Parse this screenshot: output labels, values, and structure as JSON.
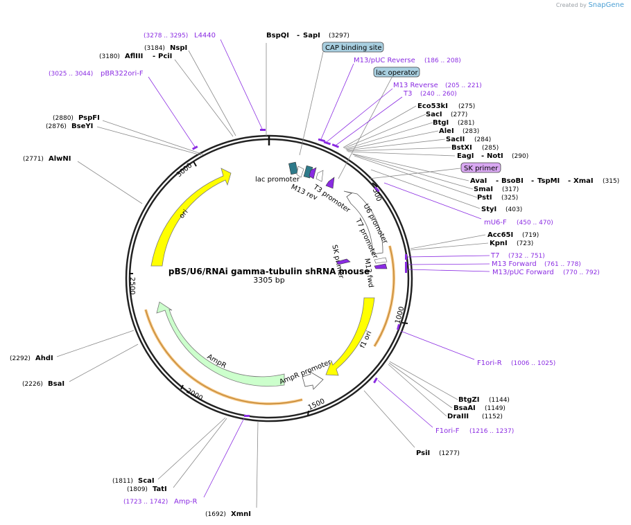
{
  "credit": {
    "prefix": "Created by",
    "brand": "SnapGene"
  },
  "plasmid": {
    "name": "pBS/U6/RNAi gamma-tubulin shRNA mouse",
    "length": "3305 bp"
  },
  "ticks": [
    "500",
    "1000",
    "1500",
    "2000",
    "2500",
    "3000"
  ],
  "features": [
    {
      "name": "ori",
      "label": "ori"
    },
    {
      "name": "f1-ori",
      "label": "f1 ori"
    },
    {
      "name": "ampr",
      "label": "AmpR"
    },
    {
      "name": "ampr-promoter",
      "label": "AmpR promoter"
    },
    {
      "name": "u6-promoter",
      "label": "U6 promoter"
    },
    {
      "name": "lac-promoter",
      "label": "lac promoter"
    },
    {
      "name": "m13-rev",
      "label": "M13 rev"
    },
    {
      "name": "t3-promoter",
      "label": "T3 promoter"
    },
    {
      "name": "t7-promoter",
      "label": "T7 promoter"
    },
    {
      "name": "sk-primer-inner",
      "label": "SK primer"
    },
    {
      "name": "m13-fwd",
      "label": "M13 fwd"
    }
  ],
  "boxed_labels": {
    "cap": "CAP binding site",
    "lac_operator": "lac operator",
    "sk_primer": "SK primer"
  },
  "sites": [
    {
      "name": "BspQI",
      "sep": "-",
      "name2": "SapI",
      "pos": "(3297)"
    },
    {
      "name": "NspI",
      "pos": "(3184)"
    },
    {
      "name": "AflIII",
      "sep": "-",
      "name2": "PciI",
      "pos": "(3180)"
    },
    {
      "name": "PspFI",
      "pos": "(2880)"
    },
    {
      "name": "BseYI",
      "pos": "(2876)"
    },
    {
      "name": "AlwNI",
      "pos": "(2771)"
    },
    {
      "name": "AhdI",
      "pos": "(2292)"
    },
    {
      "name": "BsaI",
      "pos": "(2226)"
    },
    {
      "name": "ScaI",
      "pos": "(1811)"
    },
    {
      "name": "TatI",
      "pos": "(1809)"
    },
    {
      "name": "XmnI",
      "pos": "(1692)"
    },
    {
      "name": "Eco53kI",
      "pos": "(275)"
    },
    {
      "name": "SacI",
      "pos": "(277)"
    },
    {
      "name": "BtgI",
      "pos": "(281)"
    },
    {
      "name": "AleI",
      "pos": "(283)"
    },
    {
      "name": "SacII",
      "pos": "(284)"
    },
    {
      "name": "BstXI",
      "pos": "(285)"
    },
    {
      "name": "EagI",
      "sep": "-",
      "name2": "NotI",
      "pos": "(290)"
    },
    {
      "name": "AvaI",
      "sep": "-",
      "name2": "BsoBI",
      "sep2": "-",
      "name3": "TspMI",
      "sep3": "-",
      "name4": "XmaI",
      "pos": "(315)"
    },
    {
      "name": "SmaI",
      "pos": "(317)"
    },
    {
      "name": "PstI",
      "pos": "(325)"
    },
    {
      "name": "StyI",
      "pos": "(403)"
    },
    {
      "name": "Acc65I",
      "pos": "(719)"
    },
    {
      "name": "KpnI",
      "pos": "(723)"
    },
    {
      "name": "BtgZI",
      "pos": "(1144)"
    },
    {
      "name": "BsaAI",
      "pos": "(1149)"
    },
    {
      "name": "DraIII",
      "pos": "(1152)"
    },
    {
      "name": "PsiI",
      "pos": "(1277)"
    }
  ],
  "primers": [
    {
      "name": "L4440",
      "pos": "(3278 .. 3295)"
    },
    {
      "name": "pBR322ori-F",
      "pos": "(3025 .. 3044)"
    },
    {
      "name": "M13/pUC Reverse",
      "pos": "(186 .. 208)"
    },
    {
      "name": "M13 Reverse",
      "pos": "(205 .. 221)"
    },
    {
      "name": "T3",
      "pos": "(240 .. 260)"
    },
    {
      "name": "mU6-F",
      "pos": "(450 .. 470)"
    },
    {
      "name": "T7",
      "pos": "(732 .. 751)"
    },
    {
      "name": "M13 Forward",
      "pos": "(761 .. 778)"
    },
    {
      "name": "M13/pUC Forward",
      "pos": "(770 .. 792)"
    },
    {
      "name": "F1ori-R",
      "pos": "(1006 .. 1025)"
    },
    {
      "name": "F1ori-F",
      "pos": "(1216 .. 1237)"
    },
    {
      "name": "Amp-R",
      "pos": "(1723 .. 1742)"
    }
  ],
  "colors": {
    "ori": "#ffff00",
    "ampr": "#ccffcc",
    "primer": "#8a2be2",
    "lac": "#2e7a8a",
    "box": "#a8cfe0",
    "sk_box": "#d9a8f2",
    "ring": "#222222"
  }
}
